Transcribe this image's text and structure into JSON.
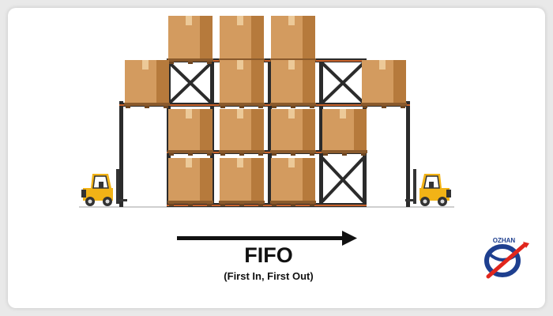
{
  "diagram": {
    "title": "FIFO",
    "subtitle": "(First In, First Out)",
    "direction": "left-to-right",
    "logo": {
      "text": "OZHAN"
    }
  },
  "colors": {
    "frame_bg": "#ffffff",
    "page_bg": "#e9e9e9",
    "rack_frame": "#2b2b2b",
    "rack_beam": "#c8622b",
    "box_face": "#d39b5f",
    "box_side": "#b67a3c",
    "box_top": "#e4b47e",
    "box_tape": "#ecc998",
    "pallet": "#8a5a2c",
    "forklift_body": "#f2b316",
    "forklift_dark": "#333333",
    "arrow": "#111111",
    "logo_blue": "#1e3f8f",
    "logo_red": "#e1261c"
  }
}
